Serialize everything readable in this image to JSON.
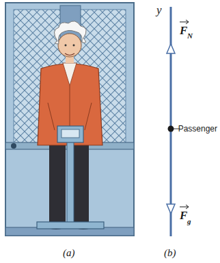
{
  "diagram": {
    "labels": [
      "y",
      "F",
      "N",
      "Passenger",
      "F",
      "g",
      "(a)",
      "(b)"
    ]
  }
}
